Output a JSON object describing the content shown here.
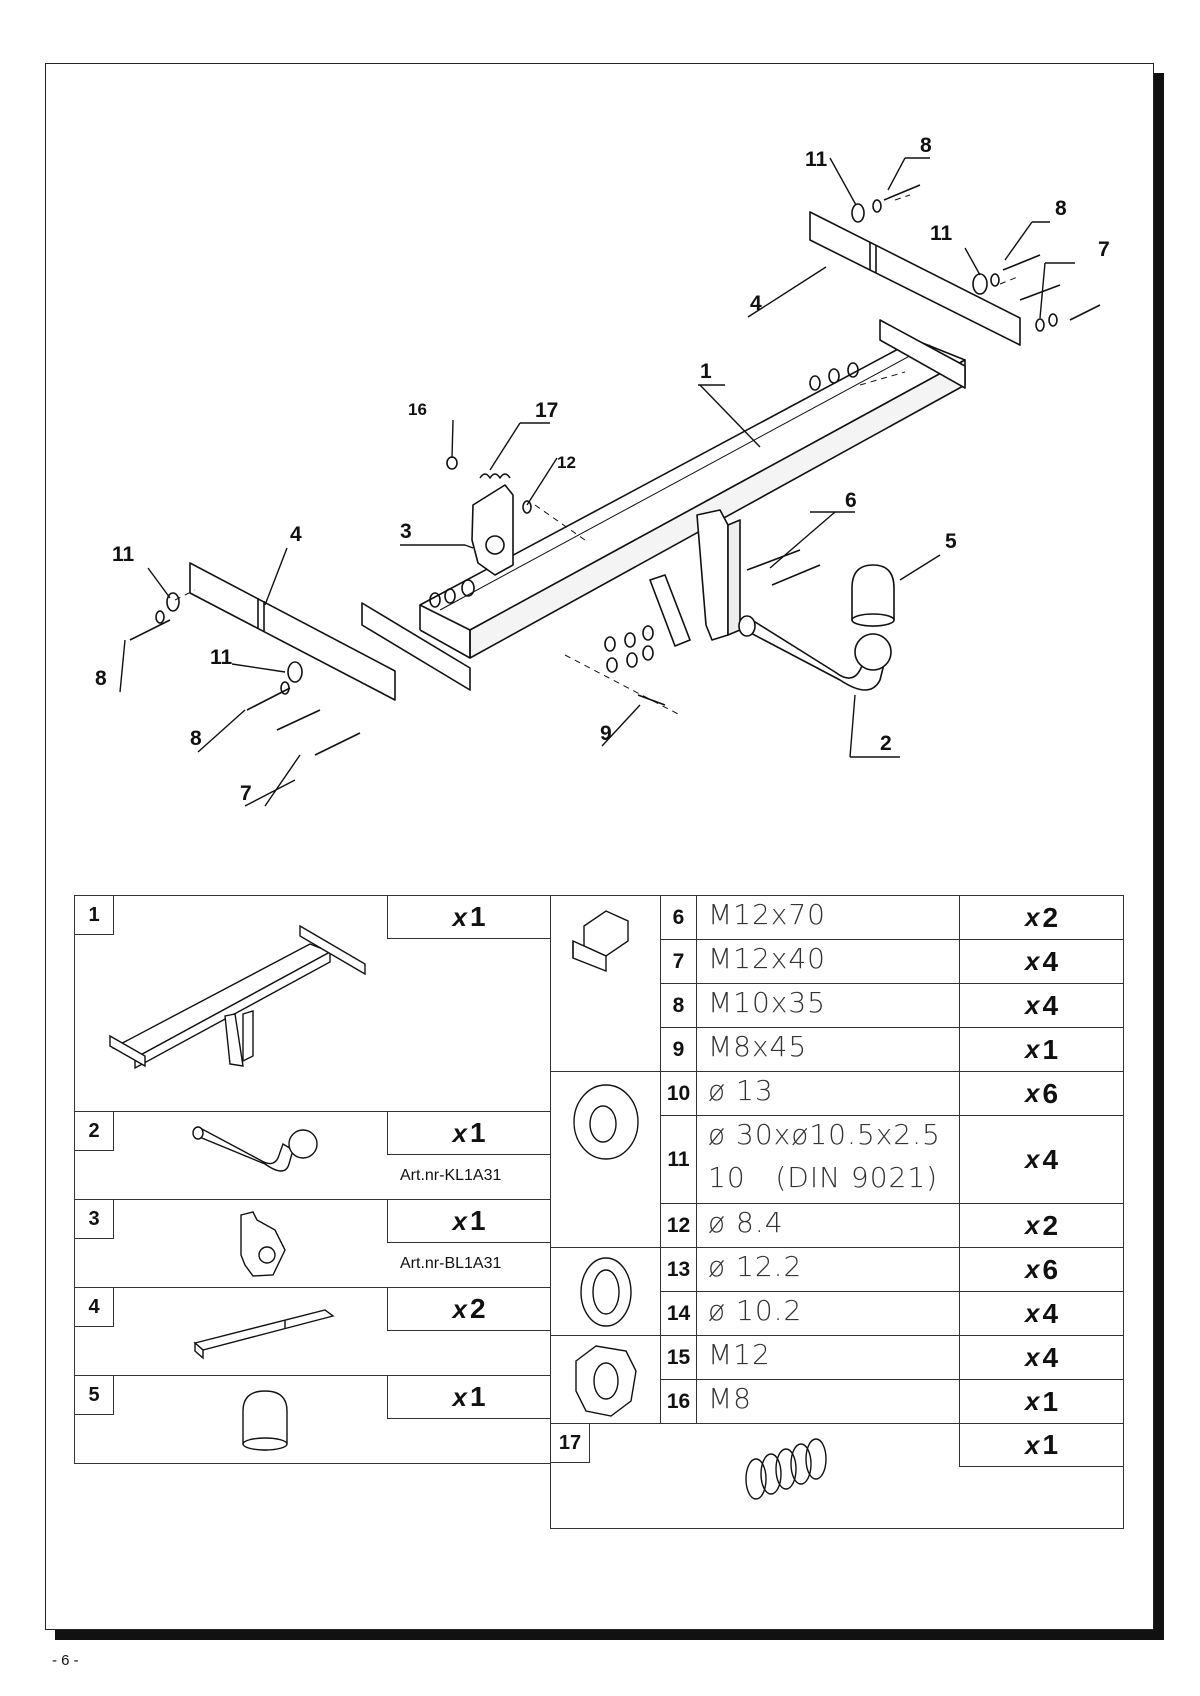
{
  "callouts": {
    "c1": "1",
    "c2": "2",
    "c3": "3",
    "c4a": "4",
    "c4b": "4",
    "c5": "5",
    "c6": "6",
    "c7a": "7",
    "c7b": "7",
    "c8a": "8",
    "c8b": "8",
    "c8c": "8",
    "c8d": "8",
    "c9": "9",
    "c11a": "11",
    "c11b": "11",
    "c11c": "11",
    "c11d": "11",
    "c12": "12",
    "c16": "16",
    "c17": "17"
  },
  "parts_left": [
    {
      "no": "1",
      "x": "x",
      "qty": "1",
      "art": ""
    },
    {
      "no": "2",
      "x": "x",
      "qty": "1",
      "art": "Art.nr-KL1A31"
    },
    {
      "no": "3",
      "x": "x",
      "qty": "1",
      "art": "Art.nr-BL1A31"
    },
    {
      "no": "4",
      "x": "x",
      "qty": "2",
      "art": ""
    },
    {
      "no": "5",
      "x": "x",
      "qty": "1",
      "art": ""
    }
  ],
  "parts_right": [
    {
      "no": "6",
      "spec": "M12x70",
      "x": "x",
      "qty": "2"
    },
    {
      "no": "7",
      "spec": "M12x40",
      "x": "x",
      "qty": "4"
    },
    {
      "no": "8",
      "spec": "M10x35",
      "x": "x",
      "qty": "4"
    },
    {
      "no": "9",
      "spec": "M8x45",
      "x": "x",
      "qty": "1"
    },
    {
      "no": "10",
      "spec": "ø 13",
      "x": "x",
      "qty": "6"
    },
    {
      "no": "11",
      "spec": "ø 30xø10.5x2.5",
      "spec2": "10   (DIN 9021)",
      "x": "x",
      "qty": "4"
    },
    {
      "no": "12",
      "spec": "ø 8.4",
      "x": "x",
      "qty": "2"
    },
    {
      "no": "13",
      "spec": "ø 12.2",
      "x": "x",
      "qty": "6"
    },
    {
      "no": "14",
      "spec": "ø 10.2",
      "x": "x",
      "qty": "4"
    },
    {
      "no": "15",
      "spec": "M12",
      "x": "x",
      "qty": "4"
    },
    {
      "no": "16",
      "spec": "M8",
      "x": "x",
      "qty": "1"
    },
    {
      "no": "17",
      "spec": "",
      "x": "x",
      "qty": "1"
    }
  ],
  "page_number": "- 6 -"
}
